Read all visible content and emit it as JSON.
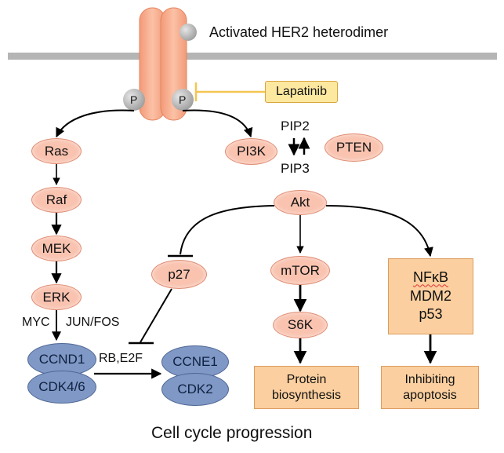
{
  "legend": {
    "label": "Activated HER2 heterodimer"
  },
  "receptor": {
    "phospho_left": "P",
    "phospho_right": "P"
  },
  "inhibitor": {
    "label": "Lapatinib"
  },
  "mapk_path": [
    "Ras",
    "Raf",
    "MEK",
    "ERK"
  ],
  "erk_targets": {
    "left": "MYC",
    "right": "JUN/FOS"
  },
  "pi3k_path": {
    "pi3k": "PI3K",
    "pip2": "PIP2",
    "pip3": "PIP3",
    "pten": "PTEN",
    "akt": "Akt"
  },
  "akt_targets": {
    "p27": "p27",
    "mtor": "mTOR",
    "s6k": "S6K"
  },
  "nfkb_box": {
    "line1": "NFκB",
    "line2": "MDM2",
    "line3": "p53"
  },
  "outcomes": {
    "protein": {
      "line1": "Protein",
      "line2": "biosynthesis"
    },
    "apoptosis": {
      "line1": "Inhibiting",
      "line2": "apoptosis"
    }
  },
  "cell_cycle": {
    "ccnd1": "CCND1",
    "cdk46": "CDK4/6",
    "rb_e2f": "RB,E2F",
    "ccne1": "CCNE1",
    "cdk2": "CDK2"
  },
  "footer": {
    "caption": "Cell cycle progression"
  },
  "colors": {
    "membrane": "#b5b5b5",
    "node_pink": "#f9c3b0",
    "node_blue": "#7f98c6",
    "box_orange": "#fbcf9f",
    "inhibitor_yellow": "#fde8a0"
  }
}
